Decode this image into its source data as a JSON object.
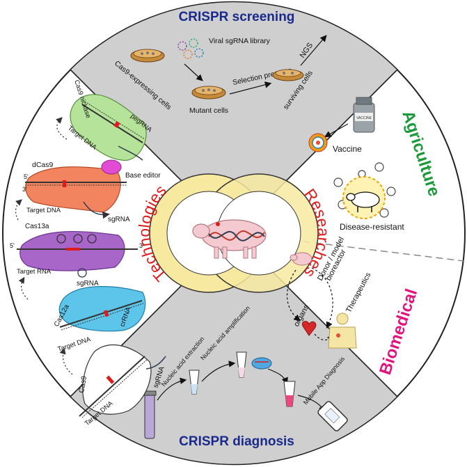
{
  "colors": {
    "title_blue": "#1a2a8c",
    "agri_green": "#1c9a3a",
    "bio_magenta": "#e0157e",
    "center_red": "#e01b1b",
    "ring_yellow": "#f7e9a0",
    "sector_gray": "#cfcfcf"
  },
  "sectors": {
    "screening": {
      "title": "CRISPR screening",
      "cas9_cells": "Cas9-expressing cells",
      "viral_library": "Viral sgRNA library",
      "mutant_cells": "Mutant cells",
      "selection": "Selection pressure",
      "ngs": "NGS",
      "surviving": "surviving cells"
    },
    "agriculture": {
      "title": "Agriculture",
      "vaccine": "Vaccine",
      "vaccine_vial": "VACCINE",
      "disease_resistant": "Disease-resistant"
    },
    "biomedical": {
      "title": "Biomedical",
      "donor_model": "Donor / model",
      "bioreactor": "bioreactor",
      "therapeutics": "Therapeutics",
      "organs": "organs"
    },
    "diagnosis": {
      "title": "CRISPR diagnosis",
      "extraction": "Nucleic acid extraction",
      "amplification": "Nucleic acid amplification",
      "mobile_app": "Mobile App Diagnosis"
    },
    "tools": {
      "cas9_nickase": "Cas9 nickase",
      "pegrna": "pegRNA",
      "target_dna": "Target DNA",
      "dcas9": "dCas9",
      "base_editor": "Base editor",
      "sgrna": "sgRNA",
      "cas13a": "Cas13a",
      "target_rna": "Target RNA",
      "cas12a": "Cas12a",
      "crrna": "crRNA",
      "cas9": "Cas9",
      "five_prime": "5'",
      "three_prime": "3'"
    }
  },
  "center": {
    "technologies": "Technologies",
    "researches": "Researches"
  }
}
